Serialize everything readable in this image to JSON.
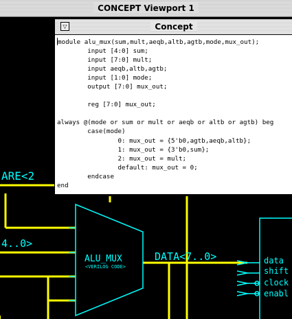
{
  "viewport": {
    "title": "CONCEPT Viewport 1"
  },
  "concept_window": {
    "title": "Concept",
    "code_lines": [
      "module alu_mux(sum,mult,aeqb,altb,agtb,mode,mux_out);",
      "        input [4:0] sum;",
      "        input [7:0] mult;",
      "        input aeqb,altb,agtb;",
      "        input [1:0] mode;",
      "        output [7:0] mux_out;",
      "",
      "        reg [7:0] mux_out;",
      "",
      "always @(mode or sum or mult or aeqb or altb or agtb) beg",
      "        case(mode)",
      "                0: mux_out = {5'b0,agtb,aeqb,altb};",
      "                1: mux_out = {3'b0,sum};",
      "                2: mux_out = mult;",
      "                default: mux_out = 0;",
      "        endcase",
      "end"
    ]
  },
  "schematic": {
    "signal_compare": "ARE<2",
    "signal_bus_in": "4..0>",
    "signal_data": "DATA<7..0>",
    "block_name": "ALU_MUX",
    "block_subtitle": "<VERILOG CODE>",
    "pins": [
      "data",
      "shift",
      "clock",
      "enabl"
    ],
    "colors": {
      "wire": "#ffff00",
      "symbol": "#00ffff",
      "background": "#000000"
    }
  }
}
